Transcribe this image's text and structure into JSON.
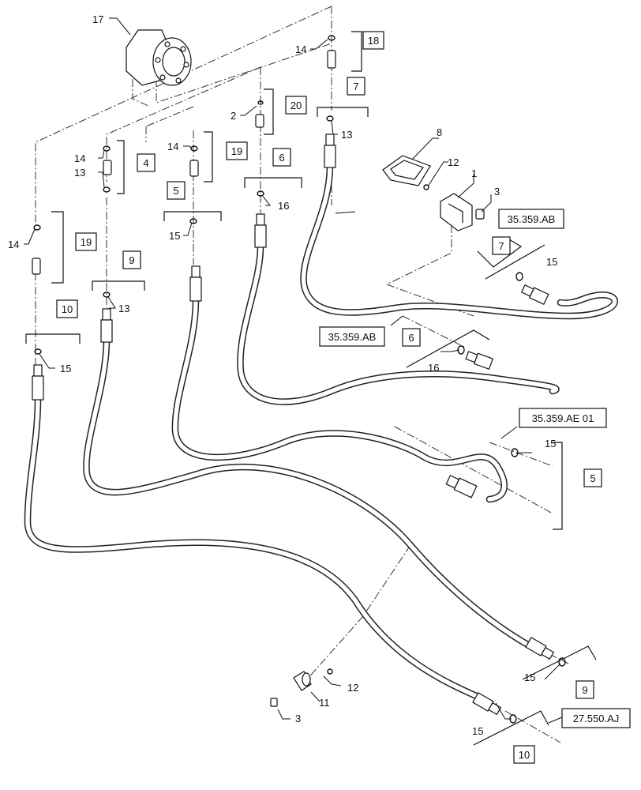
{
  "callouts": {
    "c17": "17",
    "c18": "18",
    "c20": "20",
    "c7a": "7",
    "c4": "4",
    "c19a": "19",
    "c6a": "6",
    "c5a": "5",
    "c19b": "19",
    "c9a": "9",
    "c10a": "10",
    "c14a": "14",
    "c14b": "14",
    "c14c": "14",
    "c14d": "14",
    "c13a": "13",
    "c13b": "13",
    "c13c": "13",
    "c2": "2",
    "c16a": "16",
    "c15a": "15",
    "c15b": "15",
    "c8": "8",
    "c12a": "12",
    "c1": "1",
    "c3a": "3",
    "c7b": "7",
    "c15c": "15",
    "c6b": "6",
    "c16b": "16",
    "c15d": "15",
    "c5b": "5",
    "c15e": "15",
    "c9b": "9",
    "c12b": "12",
    "c11": "11",
    "c3b": "3",
    "c15f": "15",
    "c10b": "10"
  },
  "references": {
    "ref_ab_top": "35.359.AB",
    "ref_ab_mid": "35.359.AB",
    "ref_ae": "35.359.AE 01",
    "ref_aj": "27.550.AJ"
  }
}
